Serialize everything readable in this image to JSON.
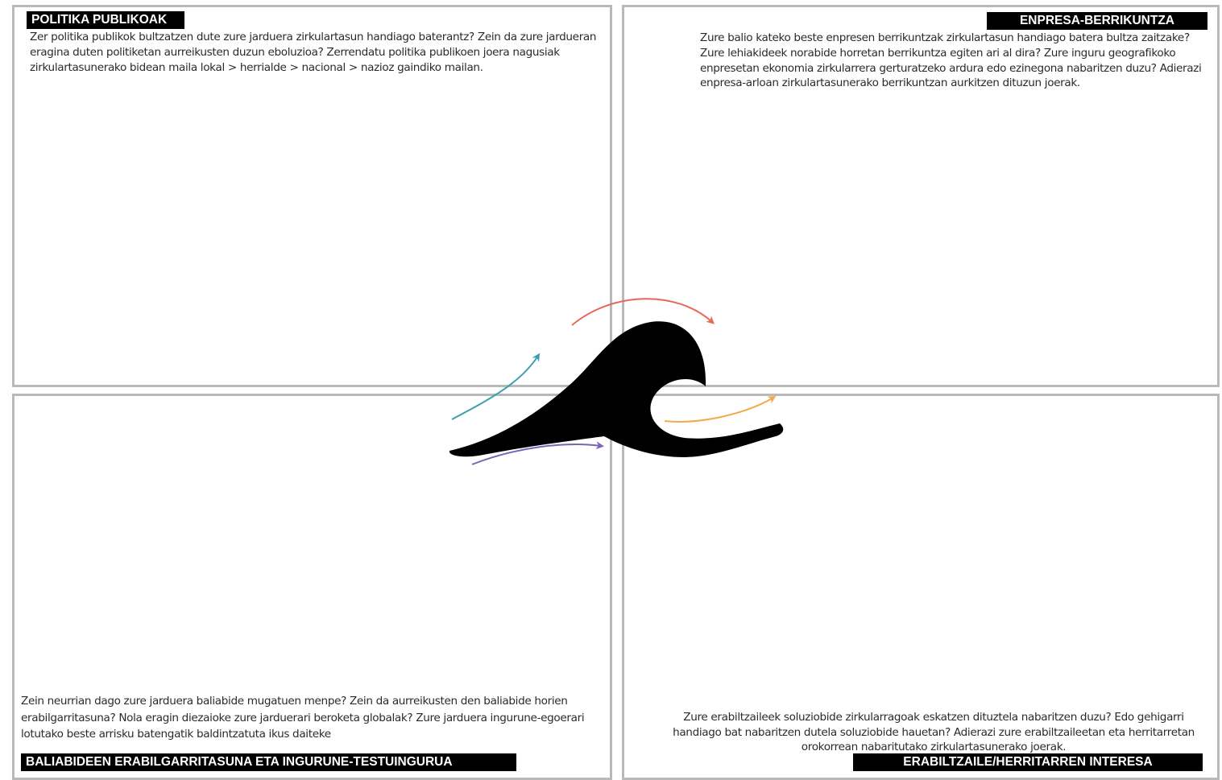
{
  "quadrants": {
    "top_left": {
      "title": "POLITIKA PUBLIKOAK",
      "question": "Zer politika publikok bultzatzen dute zure jarduera zirkulartasun handiago baterantz? Zein da zure jardueran eragina duten politiketan aurreikusten duzun eboluzioa? Zerrendatu politika publikoen joera nagusiak zirkulartasunerako bidean maila lokal > herrialde > nacional > nazioz gaindiko mailan."
    },
    "top_right": {
      "title": "ENPRESA-BERRIKUNTZA",
      "question": "Zure balio kateko beste enpresen berrikuntzak zirkulartasun handiago batera bultza zaitzake? Zure lehiakideek norabide horretan berrikuntza egiten ari al dira? Zure inguru geografikoko enpresetan ekonomia zirkularrera gerturatzeko ardura edo ezinegona nabaritzen duzu? Adierazi enpresa-arloan zirkulartasunerako berrikuntzan aurkitzen dituzun joerak."
    },
    "bottom_left": {
      "title": "BALIABIDEEN ERABILGARRITASUNA ETA INGURUNE-TESTUINGURUA",
      "question": "Zein neurrian dago zure jarduera baliabide mugatuen menpe? Zein da aurreikusten den baliabide horien erabilgarritasuna? Nola eragin diezaioke zure jarduerari beroketa globalak? Zure jarduera ingurune-egoerari lotutako beste arrisku batengatik baldintzatuta ikus daiteke"
    },
    "bottom_right": {
      "title": "ERABILTZAILE/HERRITARREN INTERESA",
      "question": "Zure erabiltzaileek soluziobide zirkularragoak eskatzen dituztela nabaritzen duzu? Edo gehigarri handiago bat nabaritzen dutela soluziobide hauetan? Adierazi zure erabiltzaileetan eta herritarretan orokorrean nabaritutako zirkulartasunerako joerak."
    }
  },
  "colors": {
    "panel_border": "#b9b9b9",
    "wave": "#000000",
    "arrow_teal": "#3a9fb0",
    "arrow_coral": "#e8675a",
    "arrow_orange": "#f4a950",
    "arrow_purple": "#7b64b4"
  },
  "icons": [
    "wave-icon",
    "arrow-teal-icon",
    "arrow-coral-icon",
    "arrow-orange-icon",
    "arrow-purple-icon"
  ]
}
